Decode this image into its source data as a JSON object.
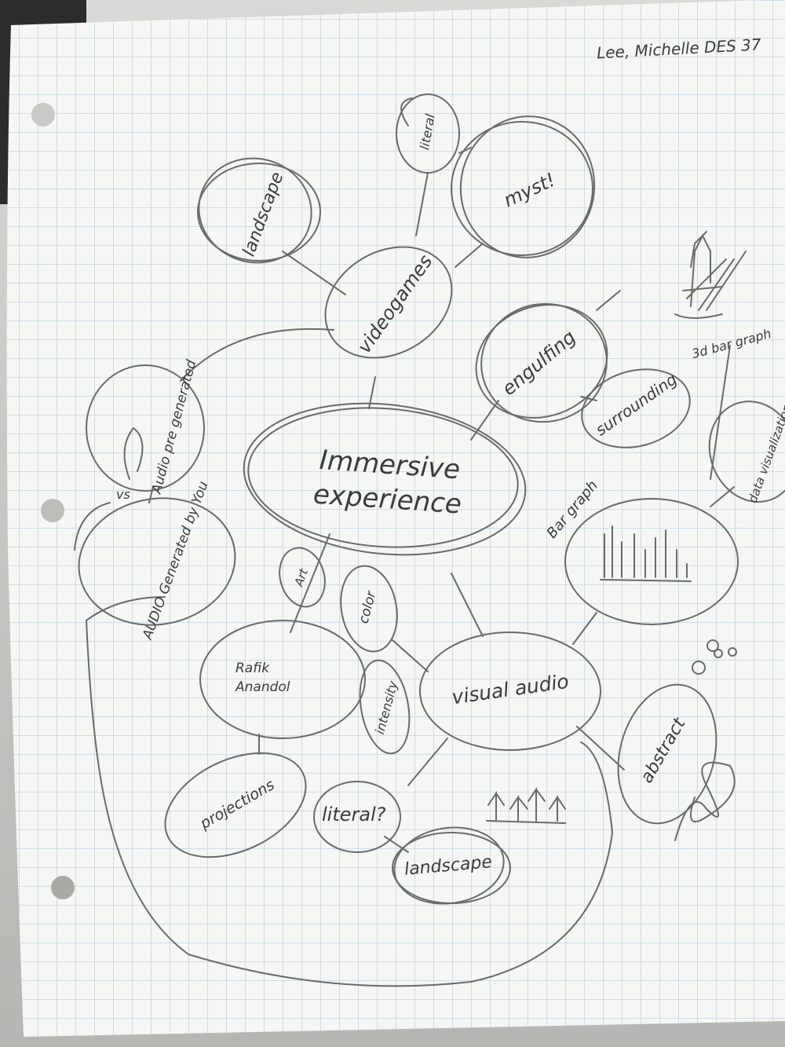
{
  "header": {
    "author_note": "Lee, Michelle DES 37"
  },
  "nodes": {
    "center": "Immersive experience",
    "videogames": "videogames",
    "landscape_top": "landscape",
    "literal_top": "literal",
    "myst": "myst!",
    "engulfing": "engulfing",
    "surrounding": "surrounding",
    "three_d_graph": "3d bar graph",
    "data_visualization": "data visualization",
    "bar_graph": "Bar graph",
    "audio_pregenerated": "Audio pre generated",
    "audio_generated_by_you": "AUDIO Generated by You",
    "vs": "vs",
    "art": "Art",
    "color": "color",
    "rafik": "Rafik Anandol",
    "intensity": "intensity",
    "visual_audio": "visual audio",
    "projections": "projections",
    "literal_bottom": "literal?",
    "landscape_bottom": "landscape",
    "abstract": "abstract"
  }
}
